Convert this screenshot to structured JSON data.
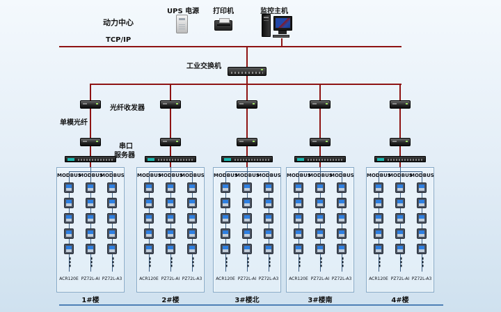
{
  "page": {
    "line_color": "#8e1313",
    "inner_line_color": "#3d6086",
    "bottom_line_color": "#4d7fb5",
    "screen_color": "#2e7fe0"
  },
  "header": {
    "site_label": "动力中心",
    "ups_label": "UPS 电源",
    "printer_label": "打印机",
    "host_label": "监控主机",
    "network_label": "TCP/IP",
    "switch_label": "工业交换机"
  },
  "annotations": {
    "fiber_transceiver": "光纤收发器",
    "single_mode_fiber": "单模光纤",
    "serial_server_line1": "串口",
    "serial_server_line2": "服务器"
  },
  "ellipsis": "⋮",
  "meter_rows": 5,
  "groups": [
    {
      "building": "1#楼",
      "bus_labels": [
        "MODBUS",
        "MODBUS",
        "MODBUS"
      ],
      "device_labels": [
        "ACR120E",
        "PZ72L-AI",
        "PZ72L-A3"
      ]
    },
    {
      "building": "2#楼",
      "bus_labels": [
        "MODBUS",
        "MODBUS",
        "MODBUS"
      ],
      "device_labels": [
        "ACR120E",
        "PZ72L-AI",
        "PZ72L-A3"
      ]
    },
    {
      "building": "3#楼北",
      "bus_labels": [
        "MODBUS",
        "MODBUS",
        "MODBUS"
      ],
      "device_labels": [
        "ACR120E",
        "PZ72L-AI",
        "PZ72L-A3"
      ]
    },
    {
      "building": "3#楼南",
      "bus_labels": [
        "MODBUS",
        "MODBUS",
        "MODBUS"
      ],
      "device_labels": [
        "ACR120E",
        "PZ72L-AI",
        "PZ72L-A3"
      ]
    },
    {
      "building": "4#楼",
      "bus_labels": [
        "MODBUS",
        "MODBUS",
        "MODBUS"
      ],
      "device_labels": [
        "ACR120E",
        "PZ72L-AI",
        "PZ72L-A3"
      ]
    }
  ]
}
